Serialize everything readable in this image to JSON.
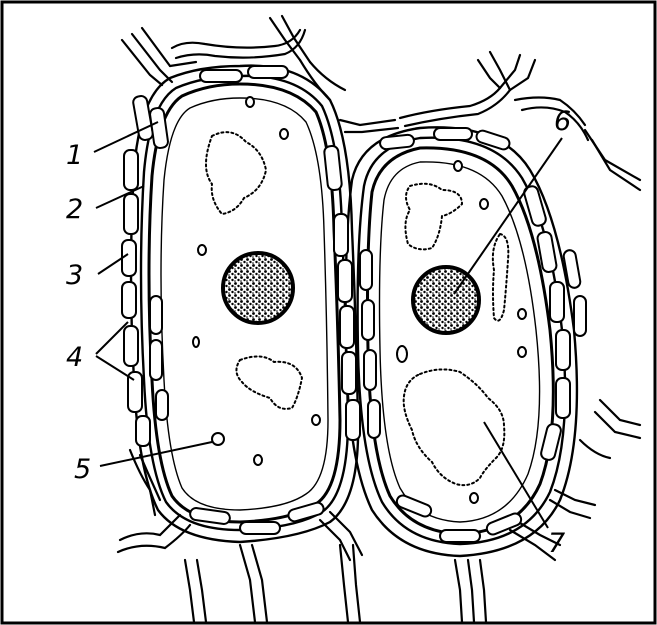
{
  "diagram": {
    "callouts": [
      {
        "id": "1",
        "label": "1"
      },
      {
        "id": "2",
        "label": "2"
      },
      {
        "id": "3",
        "label": "3"
      },
      {
        "id": "4",
        "label": "4"
      },
      {
        "id": "5",
        "label": "5"
      },
      {
        "id": "6",
        "label": "6"
      },
      {
        "id": "7",
        "label": "7"
      }
    ]
  },
  "colors": {
    "ink": "#000000",
    "paper": "#ffffff"
  }
}
